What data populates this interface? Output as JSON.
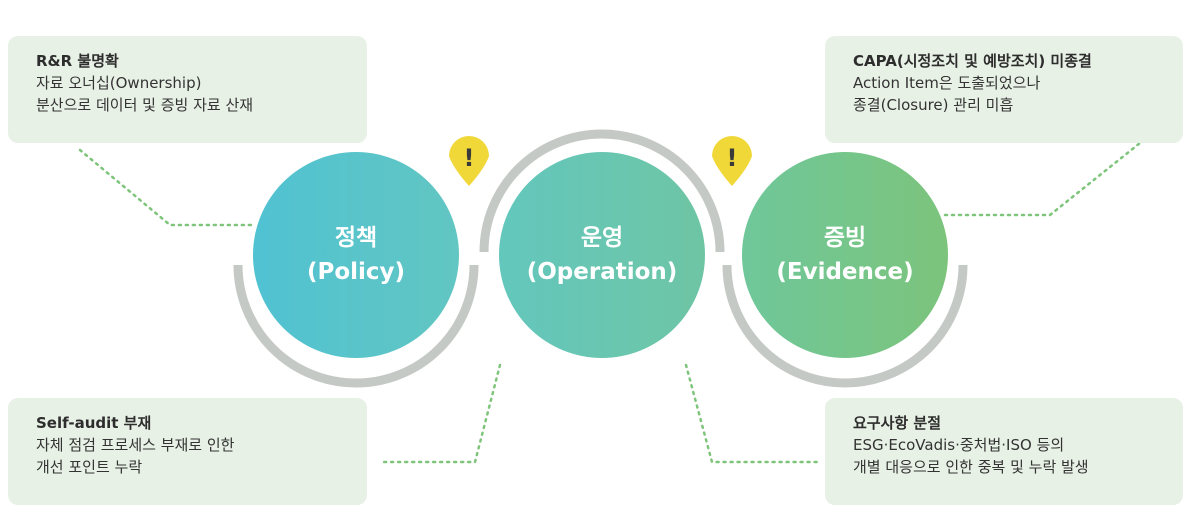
{
  "stages": [
    {
      "name": "정책",
      "sub": "(Policy)"
    },
    {
      "name": "운영",
      "sub": "(Operation)"
    },
    {
      "name": "증빙",
      "sub": "(Evidence)"
    }
  ],
  "issues": {
    "top_left": {
      "title": "R&R 불명확",
      "lines": [
        "자료 오너십(Ownership)",
        "분산으로 데이터 및 증빙 자료 산재"
      ]
    },
    "top_right": {
      "title": "CAPA(시정조치 및 예방조치) 미종결",
      "lines": [
        "Action Item은 도출되었으나",
        "종결(Closure) 관리 미흡"
      ]
    },
    "bottom_left": {
      "title": "Self-audit 부재",
      "lines": [
        "자체 점검 프로세스 부재로 인한",
        "개선 포인트 누락"
      ]
    },
    "bottom_right": {
      "title": "요구사항 분절",
      "lines": [
        "ESG·EcoVadis·중처법·ISO 등의",
        "개별 대응으로 인한 중복 및 누락 발생"
      ]
    }
  },
  "alerts": [
    "!",
    "!"
  ],
  "colors": {
    "card_bg": "#e8f1e6",
    "arc": "#c5c9c5",
    "connector": "#7ec47a",
    "alert": "#f0d838",
    "policy_start": "#4fc3cf",
    "evidence_end": "#78c47a"
  }
}
